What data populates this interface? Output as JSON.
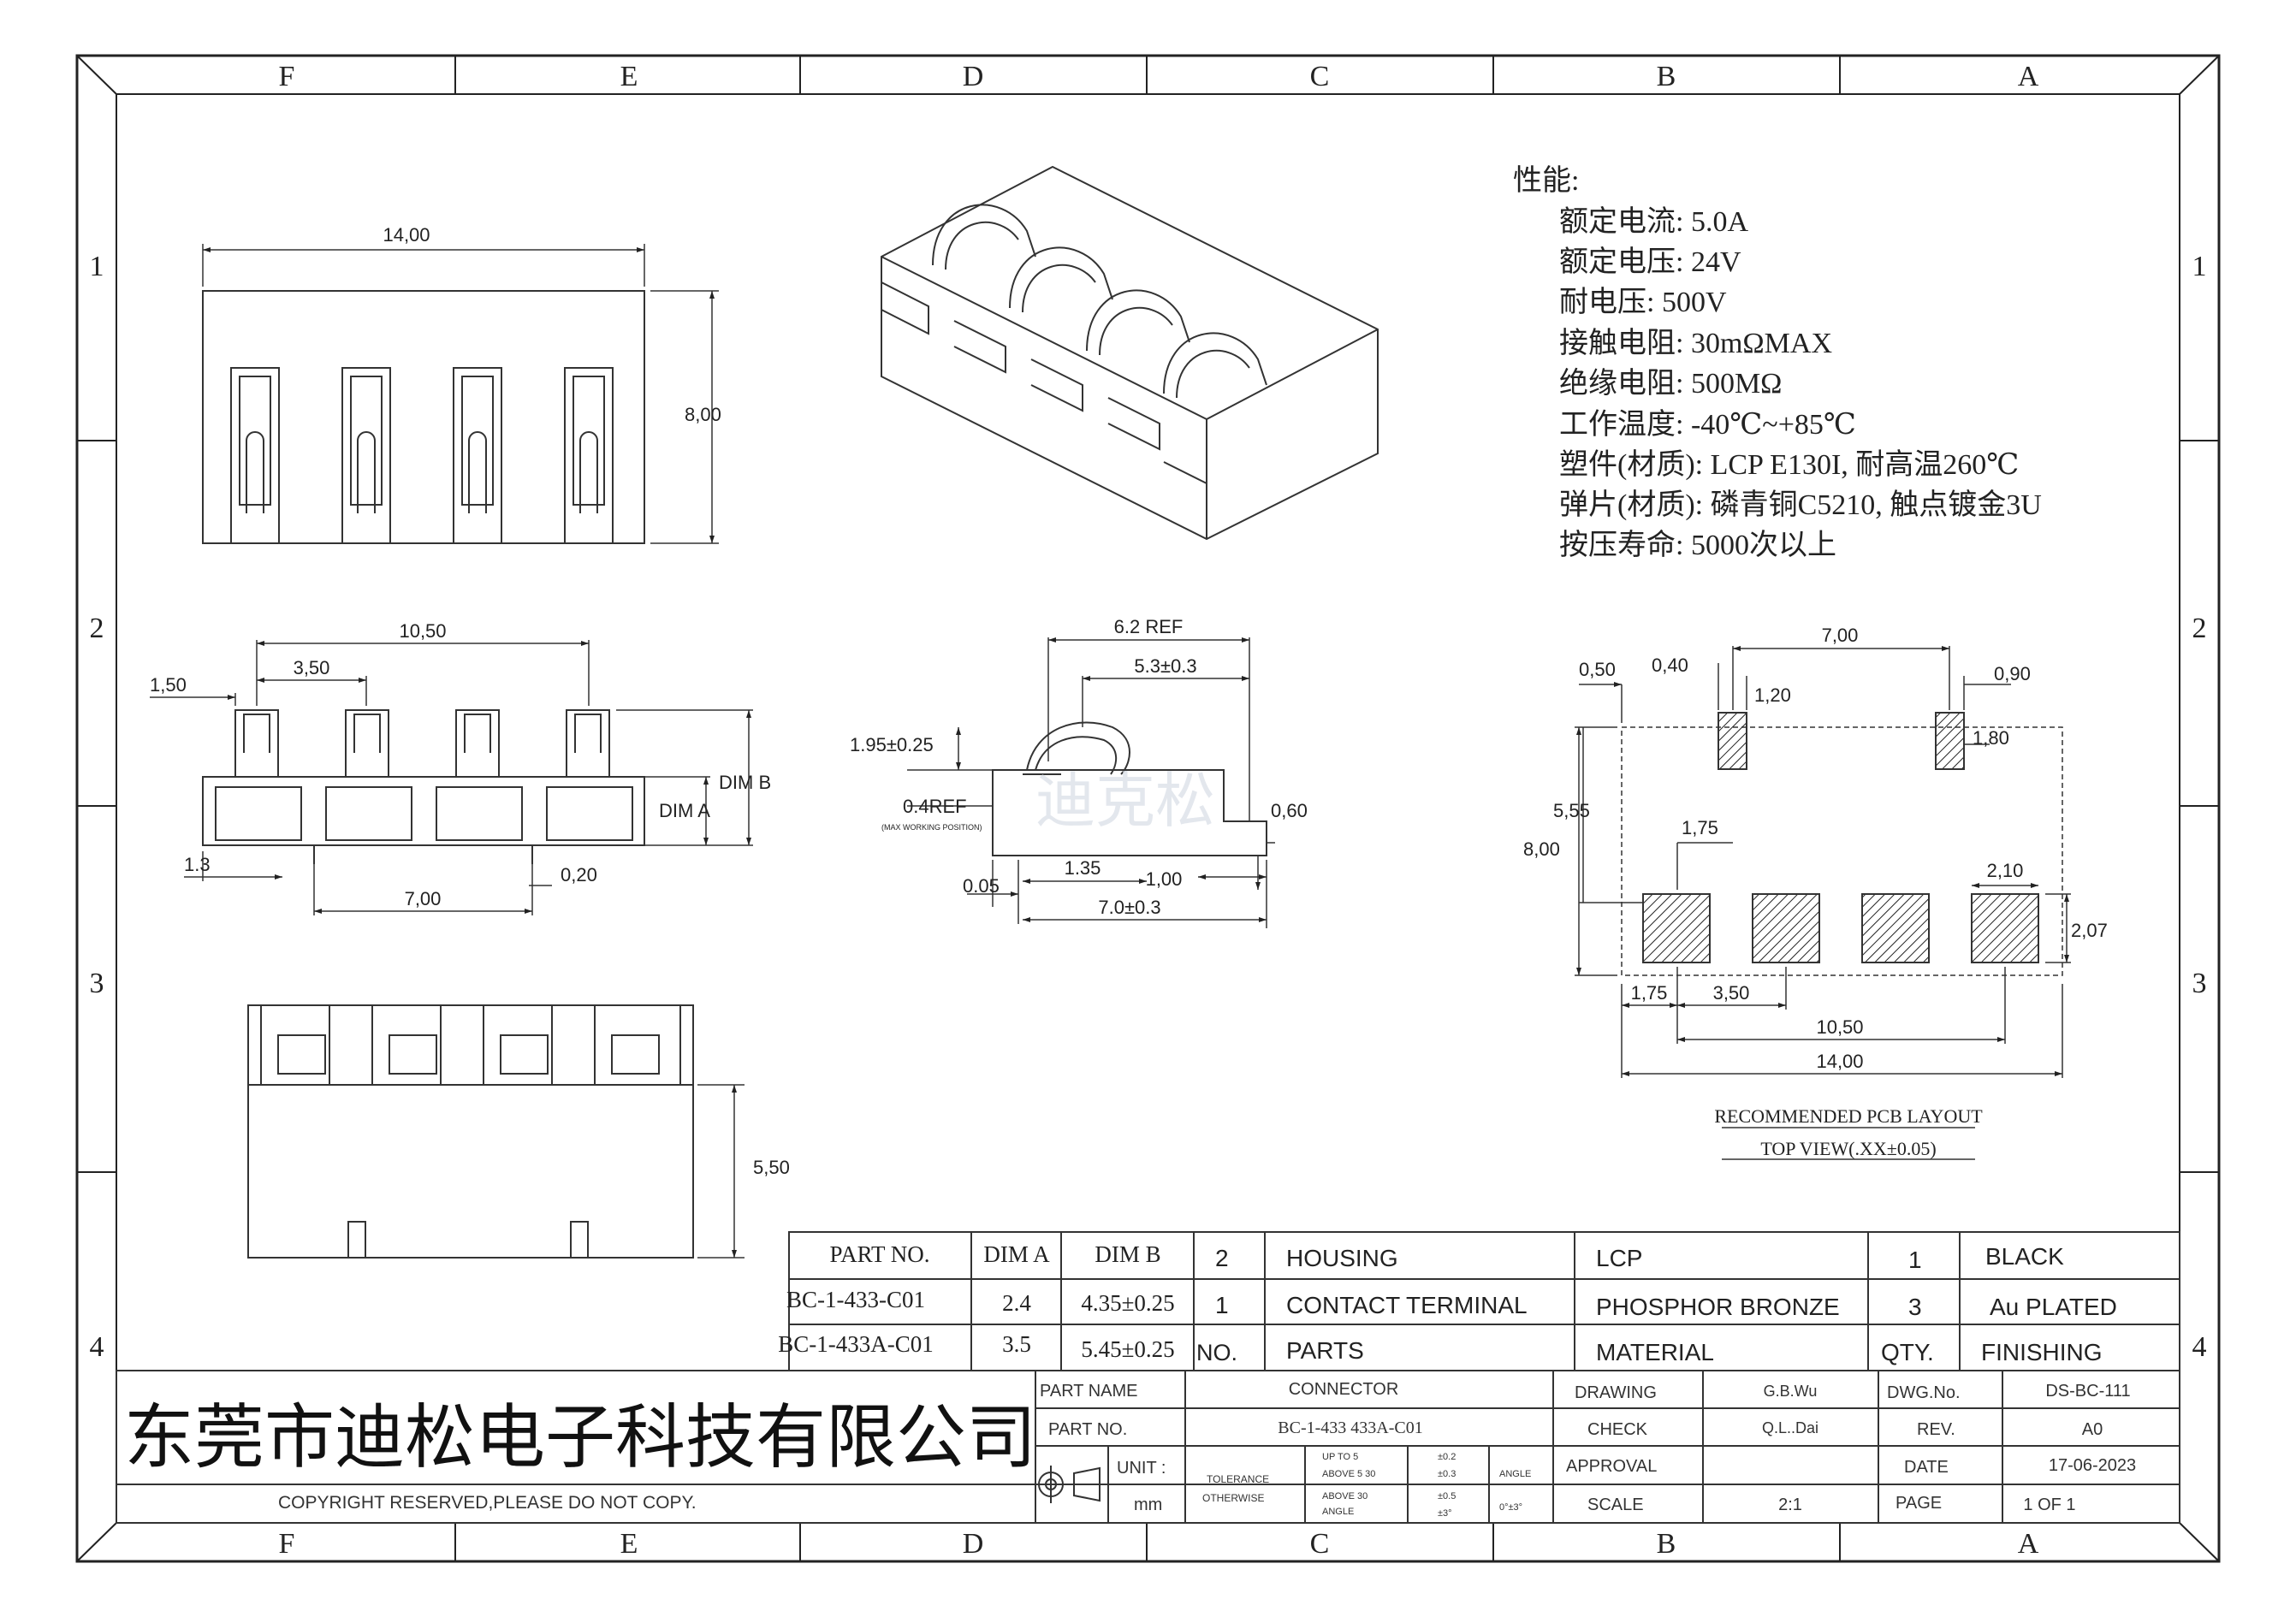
{
  "zones": {
    "columns": [
      "F",
      "E",
      "D",
      "C",
      "B",
      "A"
    ],
    "rows": [
      "1",
      "2",
      "3",
      "4"
    ]
  },
  "specs": {
    "heading": "性能:",
    "lines": [
      "额定电流: 5.0A",
      "额定电压: 24V",
      "耐电压: 500V",
      "接触电阻: 30mΩMAX",
      "绝缘电阻: 500MΩ",
      "工作温度: -40℃~+85℃",
      "塑件(材质): LCP E130I, 耐高温260℃",
      "弹片(材质): 磷青铜C5210, 触点镀金3U",
      "按压寿命: 5000次以上"
    ]
  },
  "top_view_dims": {
    "width": "14,00",
    "height": "8,00"
  },
  "front_view_dims": {
    "pitch_total": "10,50",
    "pitch": "3,50",
    "offset": "1,50",
    "dim_b": "DIM B",
    "dim_a": "DIM A",
    "left": "1.3",
    "pin_span": "7,00",
    "pin_w": "0,20"
  },
  "side_view_dims": {
    "ref": "6.2 REF",
    "d53": "5.3±0.3",
    "d195": "1.95±0.25",
    "d04": "0.4REF",
    "d04_note": "(MAX WORKING POSITION)",
    "d060": "0,60",
    "d005": "0.05",
    "d135": "1.35",
    "d100": "1,00",
    "d70": "7.0±0.3"
  },
  "bottom_view_dims": {
    "height": "5,50"
  },
  "pcb_layout": {
    "d050": "0,50",
    "d040": "0,40",
    "d700": "7,00",
    "d120": "1,20",
    "d090": "0,90",
    "d180": "1,80",
    "d555": "5,55",
    "d175a": "1,75",
    "d800": "8,00",
    "d210": "2,10",
    "d207": "2,07",
    "d175b": "1,75",
    "d350": "3,50",
    "d1050": "10,50",
    "d1400": "14,00",
    "title": "RECOMMENDED PCB LAYOUT",
    "subtitle": "TOP VIEW(.XX±0.05)"
  },
  "watermark": "迪克松",
  "parts_table": {
    "headers": [
      "PART NO.",
      "DIM A",
      "DIM B"
    ],
    "rows": [
      [
        "BC-1-433-C01",
        "2.4",
        "4.35±0.25"
      ],
      [
        "BC-1-433A-C01",
        "3.5",
        "5.45±0.25"
      ]
    ]
  },
  "bom": {
    "rows": [
      [
        "2",
        "HOUSING",
        "LCP",
        "1",
        "BLACK"
      ],
      [
        "1",
        "CONTACT TERMINAL",
        "PHOSPHOR BRONZE",
        "3",
        "Au PLATED"
      ]
    ],
    "header": [
      "NO.",
      "PARTS",
      "MATERIAL",
      "QTY.",
      "FINISHING"
    ]
  },
  "title_block": {
    "company": "东莞市迪松电子科技有限公司",
    "copyright": "COPYRIGHT RESERVED,PLEASE DO NOT COPY.",
    "part_name_label": "PART NAME",
    "part_name": "CONNECTOR",
    "part_no_label": "PART NO.",
    "part_no": "BC-1-433 433A-C01",
    "unit_label": "UNIT :",
    "unit": "mm",
    "tolerance_label": "TOLERANCE",
    "otherwise_label": "OTHERWISE",
    "tol_rows": [
      [
        "UP TO 5",
        "±0.2"
      ],
      [
        "ABOVE 5  30",
        "±0.3"
      ],
      [
        "ABOVE 30",
        "±0.5"
      ],
      [
        "ANGLE",
        "±3°"
      ]
    ],
    "angle_label": "ANGLE",
    "angle_value": "0°±3°",
    "drawing_label": "DRAWING",
    "drawing": "G.B.Wu",
    "check_label": "CHECK",
    "check": "Q.L..Dai",
    "approval_label": "APPROVAL",
    "approval": "",
    "scale_label": "SCALE",
    "scale": "2:1",
    "dwg_label": "DWG.No.",
    "dwg": "DS-BC-111",
    "rev_label": "REV.",
    "rev": "A0",
    "date_label": "DATE",
    "date": "17-06-2023",
    "page_label": "PAGE",
    "page": "1 OF 1"
  }
}
